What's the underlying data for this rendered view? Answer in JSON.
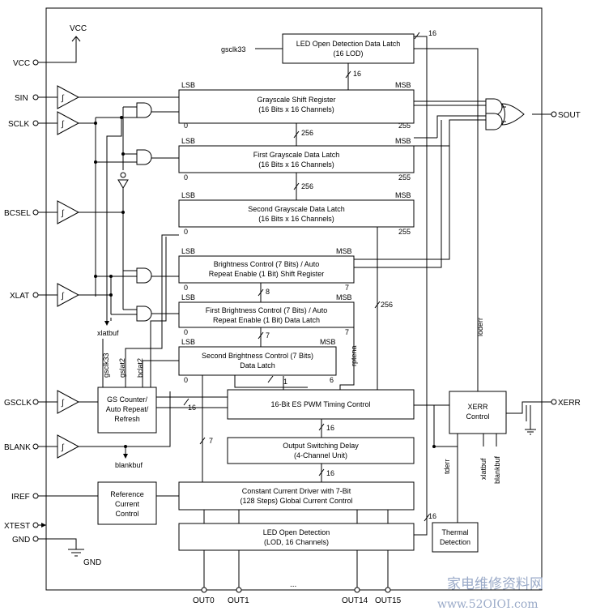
{
  "pins_left": {
    "vcc_top": "VCC",
    "vcc": "VCC",
    "sin": "SIN",
    "sclk": "SCLK",
    "bcsel": "BCSEL",
    "xlat": "XLAT",
    "gsclk": "GSCLK",
    "blank": "BLANK",
    "iref": "IREF",
    "xtest": "XTEST",
    "gnd": "GND",
    "gnd_sym": "GND"
  },
  "pins_right": {
    "sout": "SOUT",
    "xerr": "XERR"
  },
  "pins_bottom": {
    "out0": "OUT0",
    "out1": "OUT1",
    "out14": "OUT14",
    "out15": "OUT15",
    "ellipsis": "..."
  },
  "blocks": {
    "lod_latch": [
      "LED Open Detection Data Latch",
      "(16 LOD)"
    ],
    "gs_shift": [
      "Grayscale Shift Register",
      "(16 Bits x 16 Channels)"
    ],
    "gs_latch1": [
      "First Grayscale Data Latch",
      "(16 Bits x 16 Channels)"
    ],
    "gs_latch2": [
      "Second Grayscale Data Latch",
      "(16 Bits x 16 Channels)"
    ],
    "bc_shift": [
      "Brightness Control (7 Bits) / Auto",
      "Repeat Enable (1 Bit) Shift Register"
    ],
    "bc_latch1": [
      "First Brightness Control (7 Bits) / Auto",
      "Repeat Enable (1 Bit) Data Latch"
    ],
    "bc_latch2": [
      "Second Brightness Control (7 Bits)",
      "Data Latch"
    ],
    "gs_counter": [
      "GS Counter/",
      "Auto Repeat/",
      "Refresh"
    ],
    "pwm": [
      "16-Bit ES PWM Timing Control"
    ],
    "osd": [
      "Output Switching Delay",
      "(4-Channel Unit)"
    ],
    "ref": [
      "Reference",
      "Current",
      "Control"
    ],
    "ccd": [
      "Constant Current Driver with 7-Bit",
      "(128 Steps) Global Current Control"
    ],
    "lod": [
      "LED Open Detection",
      "(LOD, 16 Channels)"
    ],
    "xerr_ctrl": [
      "XERR",
      "Control"
    ],
    "thermal": [
      "Thermal",
      "Detection"
    ]
  },
  "reg_labels": {
    "lsb": "LSB",
    "msb": "MSB",
    "b0": "0",
    "b255": "255",
    "b7": "7",
    "b6": "6"
  },
  "bus_labels": {
    "n16": "16",
    "n256": "256",
    "n8": "8",
    "n7": "7",
    "n1": "1"
  },
  "signals": {
    "gsclk33": "gsclk33",
    "xlatbuf": "xlatbuf",
    "gsclk33_v": "gsclk33",
    "gslat2": "gslat2",
    "bclat2": "bclat2",
    "rptena": "rptena",
    "blankbuf": "blankbuf",
    "loderr": "loderr",
    "tderr": "tderr",
    "xlatbuf_v": "xlatbuf",
    "blankbuf_v": "blankbuf"
  },
  "watermark": [
    "家电维修资料网",
    "www.52OIOI.com"
  ]
}
